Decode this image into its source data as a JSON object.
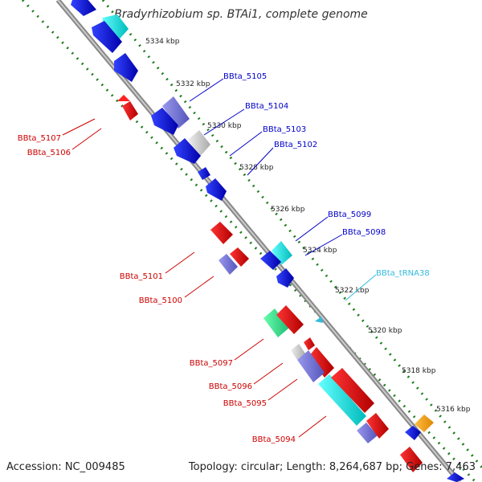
{
  "title": "Bradyrhizobium sp. BTAi1, complete genome",
  "footer": {
    "accession": "Accession: NC_009485",
    "topology": "Topology: circular; Length: 8,264,687 bp; Genes: 7,463"
  },
  "colors": {
    "backbone": "#888888",
    "ruler": "#1e7d1e",
    "forward": "#0000c8",
    "reverse": "#cc0000",
    "trna": "#33bbdd"
  },
  "ticks": [
    "5334 kbp",
    "5332 kbp",
    "5330 kbp",
    "5328 kbp",
    "5326 kbp",
    "5324 kbp",
    "5322 kbp",
    "5320 kbp",
    "5318 kbp",
    "5316 kbp"
  ],
  "labels_right": [
    "BBta_5105",
    "BBta_5104",
    "BBta_5103",
    "BBta_5102",
    "BBta_5099",
    "BBta_5098",
    "BBta_tRNA38"
  ],
  "labels_left": [
    "BBta_5107",
    "BBta_5106",
    "BBta_5101",
    "BBta_5100",
    "BBta_5097",
    "BBta_5096",
    "BBta_5095",
    "BBta_5094"
  ]
}
